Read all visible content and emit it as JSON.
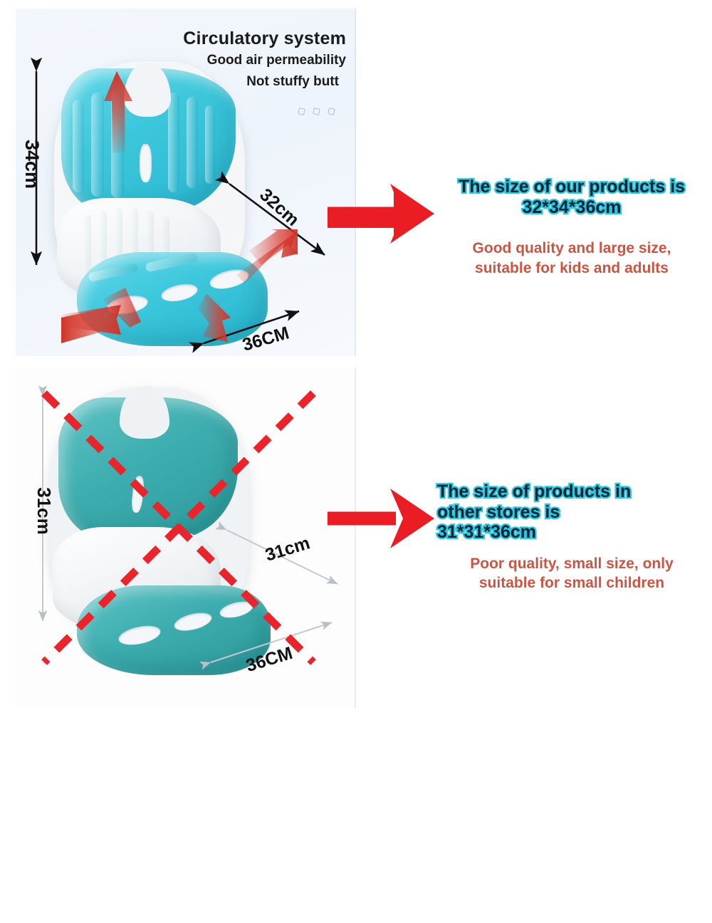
{
  "header": {
    "title": "Circulatory system",
    "sub1": "Good air permeability",
    "sub2": "Not stuffy butt"
  },
  "top_product": {
    "dimension_height": "34cm",
    "dimension_depth": "32cm",
    "dimension_width": "36CM",
    "teal_color": "#3cc7dc"
  },
  "bottom_product": {
    "dimension_height": "31cm",
    "dimension_depth": "31cm",
    "dimension_width": "36CM",
    "teal_color": "#3dadaf",
    "cross_out_color": "#e8252a"
  },
  "callout_top": {
    "headline_line1": "The size of our products is",
    "headline_line2": "32*34*36cm",
    "sub_line1": "Good quality and large size,",
    "sub_line2": "suitable for kids and adults",
    "headline_text_color": "#0d2535",
    "headline_outline_color": "#2ec6de",
    "sub_color": "#cb5442"
  },
  "callout_bottom": {
    "headline_line1": "The size of products in",
    "headline_line2": "other stores is",
    "headline_line3": "31*31*36cm",
    "sub_line1": "Poor quality, small size, only",
    "sub_line2": "suitable for small children",
    "headline_text_color": "#0d2535",
    "headline_outline_color": "#2ec6de",
    "sub_color": "#cb5442"
  },
  "arrows": {
    "pointer_color": "#ea1c24",
    "airflow_color": "#d83a2e"
  }
}
